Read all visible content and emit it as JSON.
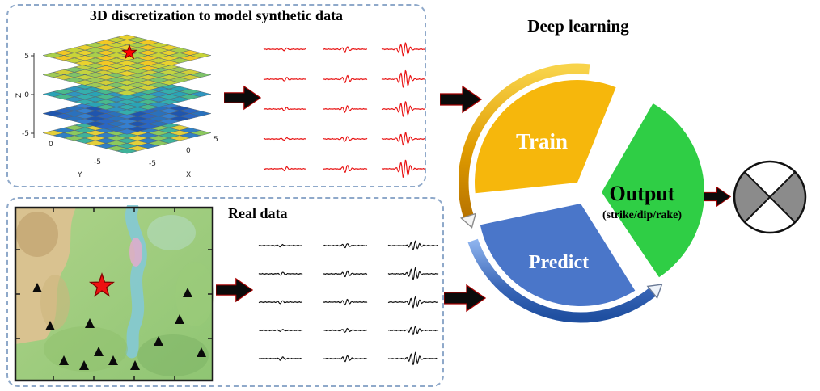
{
  "figure": {
    "background": "#ffffff"
  },
  "synthetic_panel": {
    "title": "3D discretization to model synthetic data",
    "plot": {
      "x_label": "X",
      "y_label": "Y",
      "z_label": "Z",
      "z_ticks": [
        "5",
        "0",
        "-5"
      ],
      "y_ticks": [
        "0",
        "-5"
      ],
      "x_ticks": [
        "-5",
        "0",
        "5"
      ],
      "star_color": "#ff0000"
    },
    "waveforms": {
      "rows": 5,
      "cols": 3,
      "color": "#e81212"
    }
  },
  "real_panel": {
    "title": "Real data",
    "map": {
      "station_color": "#0a0a0a",
      "star_color": "#ee1111"
    },
    "waveforms": {
      "rows": 5,
      "cols": 3,
      "color": "#101010"
    }
  },
  "deep_learning": {
    "title": "Deep learning",
    "segments": [
      {
        "id": "train",
        "label": "Train",
        "color": "#f6b70c",
        "label_color": "#ffffff"
      },
      {
        "id": "predict",
        "label": "Predict",
        "color": "#4a76c9",
        "label_color": "#ffffff"
      },
      {
        "id": "output",
        "label": "Output",
        "sublabel": "(strike/dip/rake)",
        "color": "#2fce45",
        "label_color": "#000000"
      }
    ]
  },
  "output_glyph": {
    "name": "focal-mechanism-beachball",
    "quadrant_color": "#8b8b8b"
  }
}
